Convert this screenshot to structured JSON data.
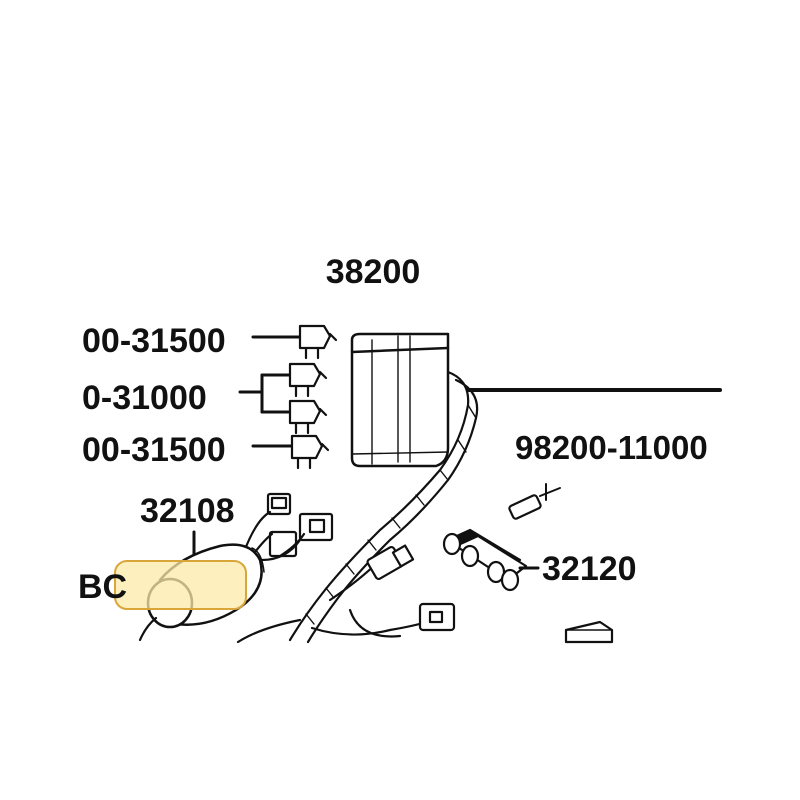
{
  "diagram": {
    "labels": {
      "assembly": "38200",
      "fuse_top": "00-31500",
      "fuse_mid": "0-31000",
      "fuse_bottom": "00-31500",
      "fuse_spare": "98200-11000",
      "relay": "32108",
      "connector": "32120",
      "highlight_text": "BC"
    },
    "colors": {
      "ink": "#111111",
      "highlight_fill": "#fde9a8",
      "highlight_border": "#d9a63a"
    }
  }
}
